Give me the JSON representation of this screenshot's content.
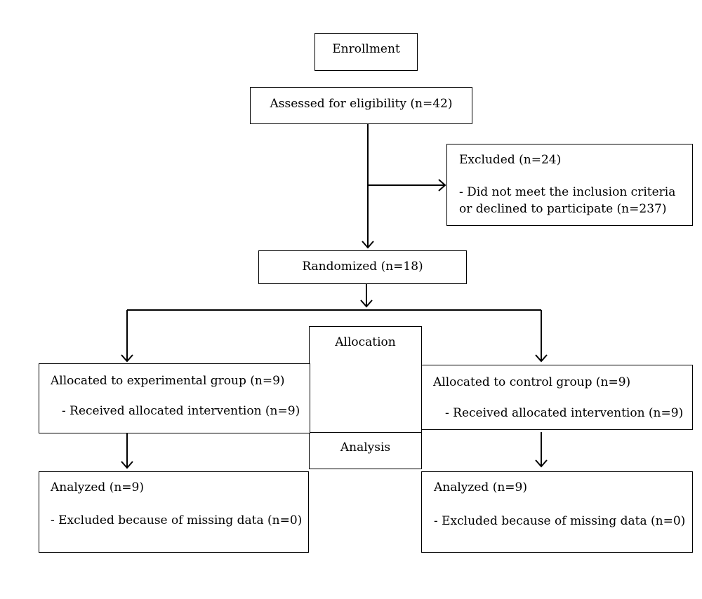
{
  "enrollment": {
    "label": "Enrollment"
  },
  "assessed": {
    "label": "Assessed for eligibility (n=42)"
  },
  "excluded": {
    "title": "Excluded (n=24)",
    "line1": "- Did not meet the inclusion criteria",
    "line2": "or declined to participate (n=237)"
  },
  "randomized": {
    "label": "Randomized (n=18)"
  },
  "allocation": {
    "label": "Allocation"
  },
  "analysis": {
    "label": "Analysis"
  },
  "experimental": {
    "allocated": "Allocated to experimental group (n=9)",
    "received": "- Received allocated intervention (n=9)",
    "analyzed": "Analyzed (n=9)",
    "excluded": "- Excluded because of missing data (n=0)"
  },
  "control": {
    "allocated": "Allocated to control group (n=9)",
    "received": "- Received allocated intervention (n=9)",
    "analyzed": "Analyzed (n=9)",
    "excluded": "- Excluded because of missing data (n=0)"
  },
  "colors": {
    "stroke": "#000000",
    "background": "#ffffff"
  }
}
